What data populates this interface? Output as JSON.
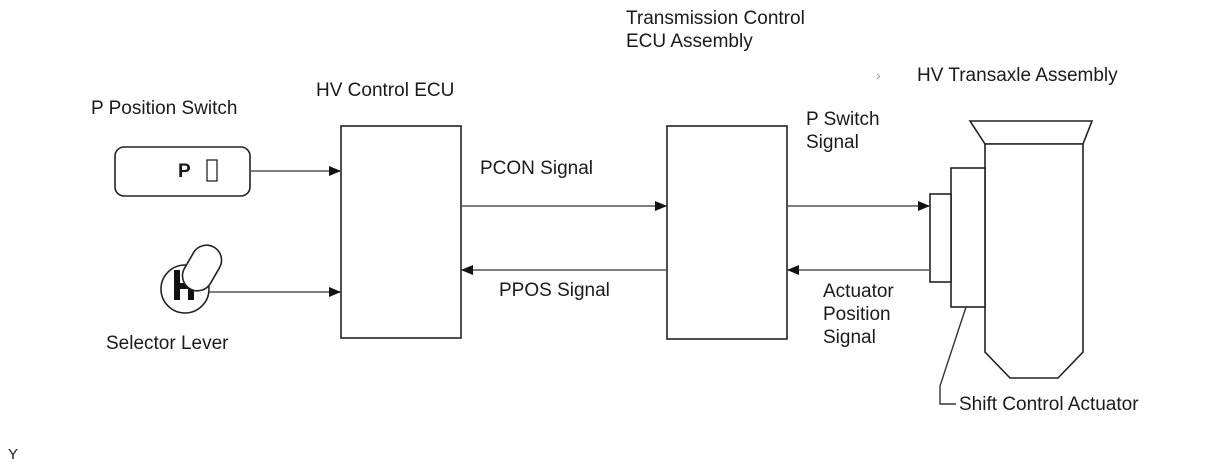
{
  "labels": {
    "p_position_switch": "P Position Switch",
    "p_button": "P",
    "selector_lever": "Selector Lever",
    "hv_control_ecu": "HV Control ECU",
    "transmission_ecu": "Transmission Control\nECU Assembly",
    "hv_transaxle": "HV Transaxle Assembly",
    "shift_control_actuator": "Shift Control Actuator",
    "pcon_signal": "PCON Signal",
    "ppos_signal": "PPOS Signal",
    "p_switch_signal": "P Switch\nSignal",
    "actuator_position_signal": "Actuator\nPosition\nSignal",
    "footer_mark": "Y",
    "stray_mark": "›"
  }
}
